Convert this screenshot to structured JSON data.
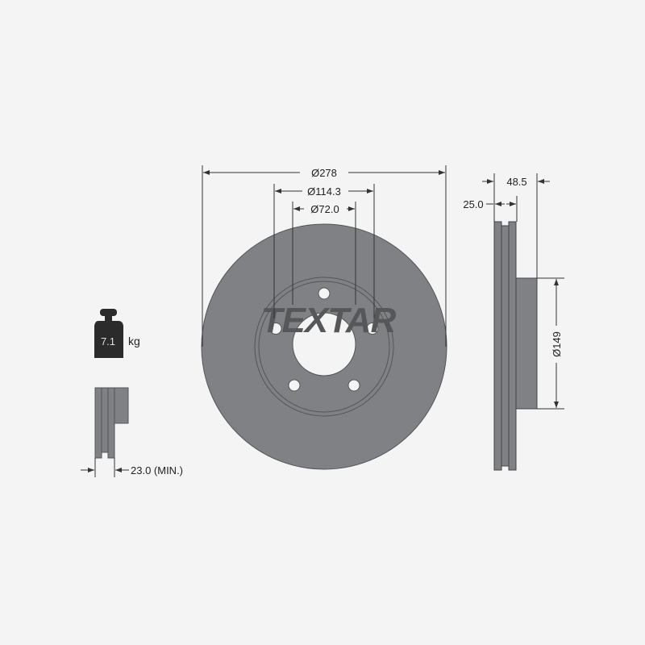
{
  "brand": "TEXTAR",
  "colors": {
    "disc": "#7f8184",
    "line": "#333333",
    "background": "#f4f4f4",
    "logo": "#555759"
  },
  "dimensions": {
    "outer_diameter": "Ø278",
    "bolt_circle": "Ø114.3",
    "center_bore": "Ø72.0",
    "total_height": "48.5",
    "thickness": "25.0",
    "hub_diameter": "Ø149",
    "min_thickness": "23.0 (MIN.)"
  },
  "weight": {
    "value": "7.1",
    "unit": "kg",
    "icon": "weight-icon"
  }
}
